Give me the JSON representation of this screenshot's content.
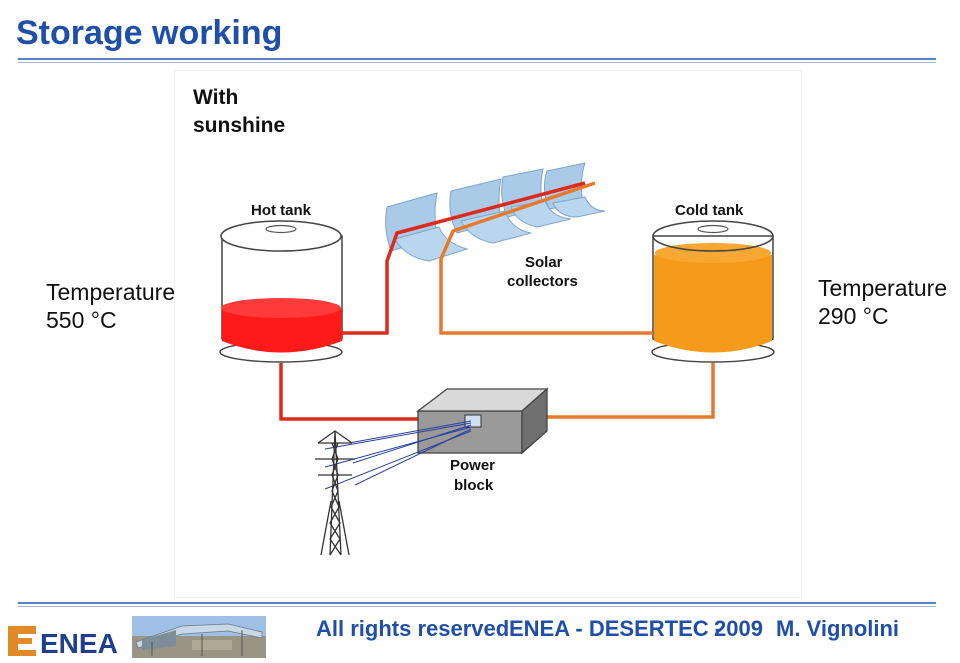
{
  "slide": {
    "title": "Storage working",
    "left_temperature": {
      "label": "Temperature",
      "value": "550 °C"
    },
    "right_temperature": {
      "label": "Temperature",
      "value": "290 °C"
    }
  },
  "diagram": {
    "sunshine_line1": "With",
    "sunshine_line2": "sunshine",
    "hot_tank": "Hot tank",
    "cold_tank": "Cold tank",
    "solar_line1": "Solar",
    "solar_line2": "collectors",
    "power_line1": "Power",
    "power_line2": "block",
    "colors": {
      "hot": "#ff1a1a",
      "cold": "#f59a1a",
      "hot_pipe": "#dd2a1c",
      "cold_pipe": "#e8792c",
      "mirror": "#a9cbe8",
      "title_blue": "#1f4fa8"
    }
  },
  "footer": {
    "rights": "All rights reserved",
    "org": "ENEA - DESERTEC -",
    "year": "2009",
    "author": "M. Vignolini",
    "logo_text": "ENEA"
  }
}
